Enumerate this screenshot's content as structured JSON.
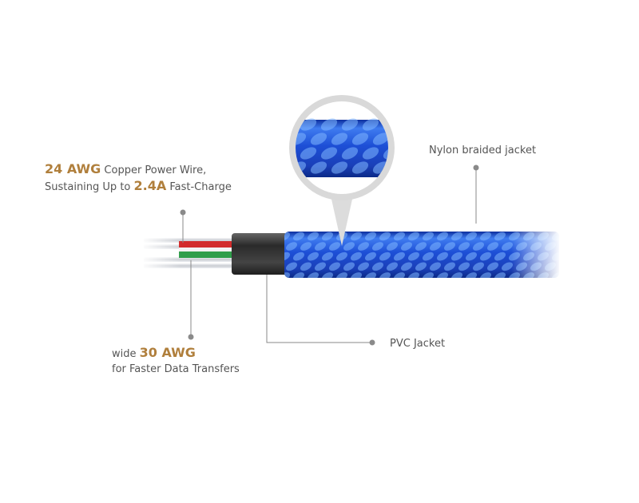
{
  "labels": {
    "power_line1": {
      "highlight": "24 AWG",
      "text": " Copper Power Wire,"
    },
    "power_line2": {
      "text": "Sustaining Up to ",
      "highlight": "2.4A",
      "text_after": " Fast-Charge"
    },
    "data_line1": {
      "text": "wide ",
      "highlight": "30 AWG"
    },
    "data_line2": {
      "text": "for Faster Data Transfers"
    },
    "nylon": "Nylon braided jacket",
    "pvc": "PVC Jacket"
  },
  "colors": {
    "highlight": "#b07f3c",
    "label_text": "#555555",
    "leader_line": "#8a8a8a",
    "braid_blue": "#1f4fd1",
    "braid_highlight": "#7fb6ff",
    "pvc_jacket": "#3a3a3a",
    "wire_red": "#d22b2b",
    "wire_green": "#2f9e4a",
    "wire_silver": "#d6d8dc"
  }
}
